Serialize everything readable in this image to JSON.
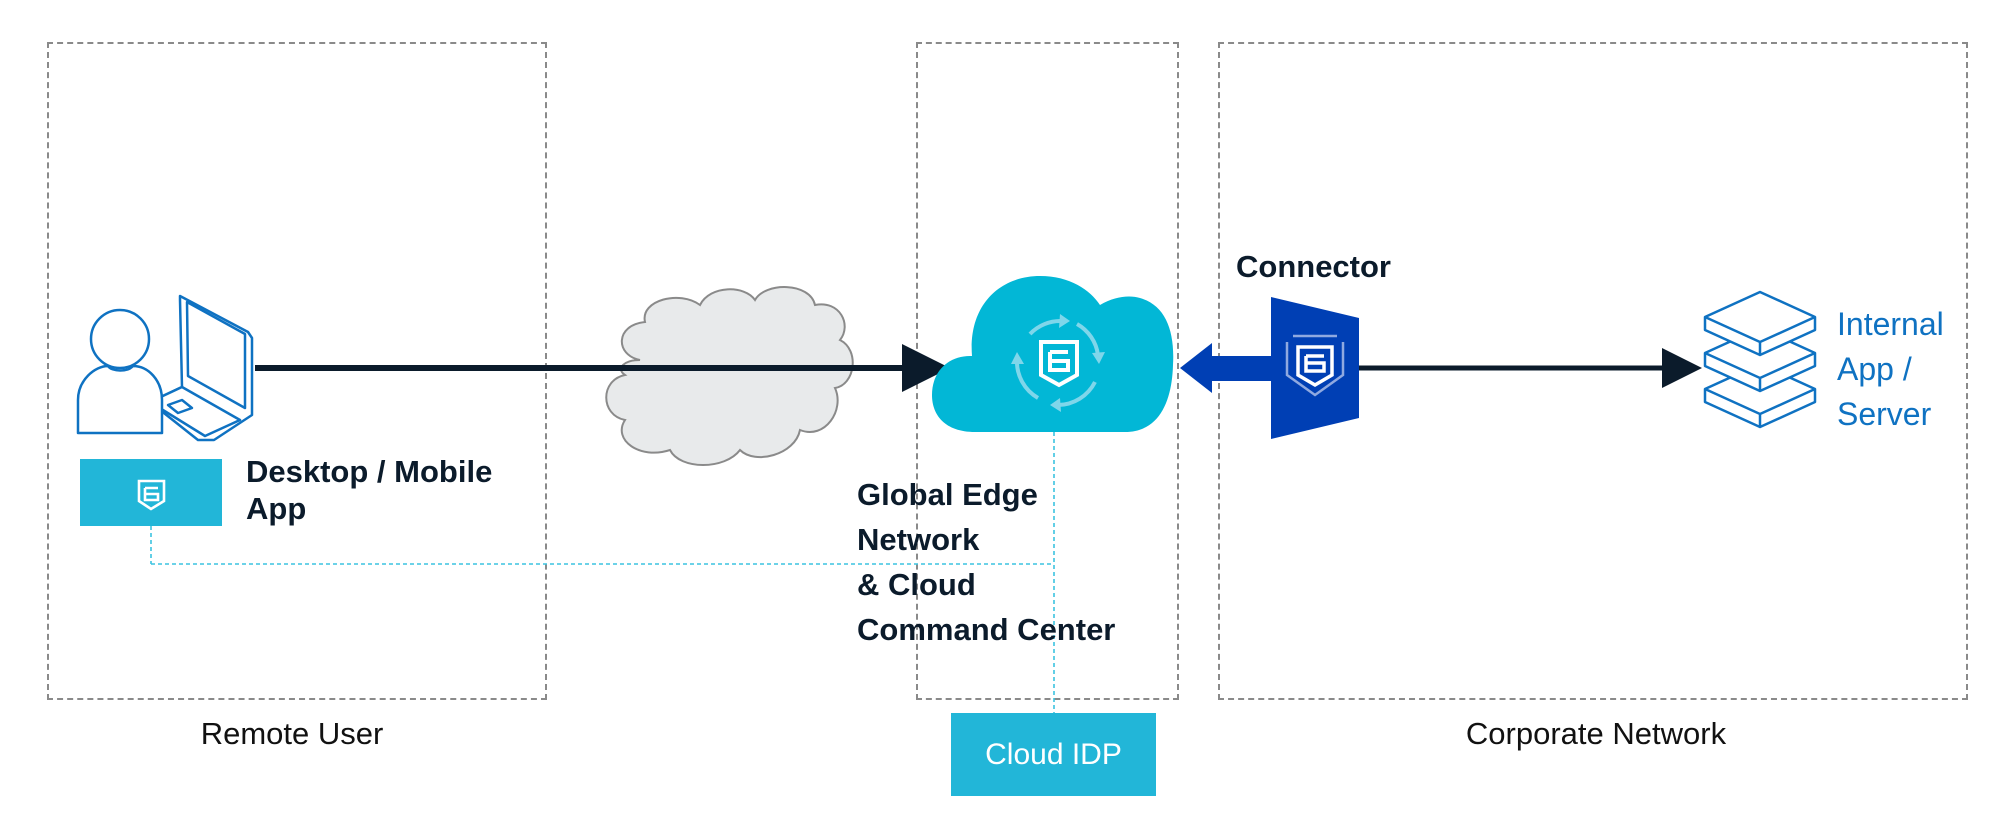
{
  "diagram": {
    "zones": {
      "remote_user": "Remote User",
      "edge": "",
      "corporate_network": "Corporate Network"
    },
    "nodes": {
      "client_app": {
        "label_line1": "Desktop / Mobile",
        "label_line2": "App"
      },
      "internet_cloud": {
        "label": ""
      },
      "edge_network": {
        "line1": "Global Edge",
        "line2": "Network",
        "line3": "& Cloud",
        "line4": "Command Center"
      },
      "connector": {
        "label": "Connector"
      },
      "internal_app": {
        "line1": "Internal",
        "line2": "App /",
        "line3": "Server"
      },
      "cloud_idp": {
        "label": "Cloud IDP"
      }
    },
    "icons": {
      "user": "user-with-laptop-icon",
      "app_badge": "shield-b-logo-icon",
      "internet": "gray-cloud-icon",
      "edge": "cyan-cloud-with-sync-shield-icon",
      "connector": "connector-gateway-icon",
      "server": "stacked-layers-server-icon"
    },
    "colors": {
      "dark_arrow": "#0b1b2b",
      "connector_blue": "#003fb4",
      "cyan": "#02b7d6",
      "badge_cyan": "#22b6d8",
      "server_blue": "#0f72c2",
      "zone_border": "#8a8a8a",
      "dotted_link": "#3cc3e0"
    }
  }
}
